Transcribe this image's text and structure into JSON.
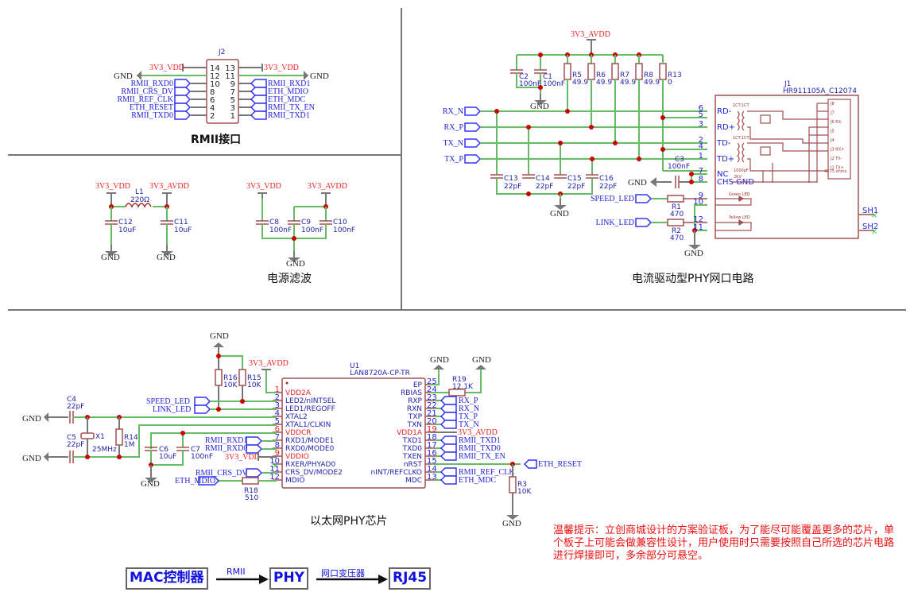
{
  "sections": {
    "rmii": "RMII接口",
    "power": "电源滤波",
    "magjack": "电流驱动型PHY网口电路",
    "phy": "以太网PHY芯片"
  },
  "nets": {
    "vdd": "3V3_VDD",
    "avdd": "3V3_AVDD",
    "gnd": "GND",
    "rmii_rxd0": "RMII_RXD0",
    "rmii_rxd1": "RMII_RXD1",
    "rmii_crs_dv": "RMII_CRS_DV",
    "rmii_ref_clk": "RMII_REF_CLK",
    "eth_reset": "ETH_RESET",
    "rmii_txd0": "RMII_TXD0",
    "rmii_txd1": "RMII_TXD1",
    "eth_mdio": "ETH_MDIO",
    "eth_mdc": "ETH_MDC",
    "rmii_tx_en": "RMII_TX_EN",
    "rx_n": "RX_N",
    "rx_p": "RX_P",
    "tx_n": "TX_N",
    "tx_p": "TX_P",
    "speed_led": "SPEED_LED",
    "link_led": "LINK_LED"
  },
  "j2": {
    "ref": "J2",
    "left_pins": [
      "14",
      "12",
      "10",
      "8",
      "6",
      "4",
      "2"
    ],
    "right_pins": [
      "13",
      "11",
      "9",
      "7",
      "5",
      "3",
      "1"
    ]
  },
  "power": {
    "l1": {
      "ref": "L1",
      "value": "220Ω"
    },
    "c12": {
      "ref": "C12",
      "value": "10uF"
    },
    "c11": {
      "ref": "C11",
      "value": "10uF"
    },
    "c8": {
      "ref": "C8",
      "value": "100nF"
    },
    "c9": {
      "ref": "C9",
      "value": "100nF"
    },
    "c10": {
      "ref": "C10",
      "value": "100nF"
    }
  },
  "magjack": {
    "c2": {
      "ref": "C2",
      "value": "100nF"
    },
    "c1": {
      "ref": "C1",
      "value": "100nF"
    },
    "r5": {
      "ref": "R5",
      "value": "49.9"
    },
    "r6": {
      "ref": "R6",
      "value": "49.9"
    },
    "r7": {
      "ref": "R7",
      "value": "49.9"
    },
    "r8": {
      "ref": "R8",
      "value": "49.9"
    },
    "r13": {
      "ref": "R13",
      "value": "0"
    },
    "c13": {
      "ref": "C13",
      "value": "22pF"
    },
    "c14": {
      "ref": "C14",
      "value": "22pF"
    },
    "c15": {
      "ref": "C15",
      "value": "22pF"
    },
    "c16": {
      "ref": "C16",
      "value": "22pF"
    },
    "c3": {
      "ref": "C3",
      "value": "100nF"
    },
    "r1": {
      "ref": "R1",
      "value": "470"
    },
    "r2": {
      "ref": "R2",
      "value": "470"
    },
    "j1": {
      "ref": "J1",
      "part": "HR911105A_C12074"
    },
    "j1_pins": [
      {
        "num": "6",
        "name": "RD-"
      },
      {
        "num": "5",
        "name": ""
      },
      {
        "num": "3",
        "name": "RD+"
      },
      {
        "num": "2",
        "name": "TD-"
      },
      {
        "num": "4",
        "name": ""
      },
      {
        "num": "1",
        "name": "TD+"
      },
      {
        "num": "7",
        "name": "NC"
      },
      {
        "num": "8",
        "name": "CHS GND"
      },
      {
        "num": "9",
        "name": ""
      },
      {
        "num": "10",
        "name": ""
      },
      {
        "num": "12",
        "name": ""
      },
      {
        "num": "11",
        "name": ""
      }
    ],
    "xfmr_label": "1CT:1CT",
    "cap_label": "1000pF",
    "cap_volt": "2KV",
    "green_led": "Green LED",
    "yellow_led": "Yellow LED",
    "res_array": "4X75 ohms",
    "jack_pins": [
      "J8",
      "J7",
      "J6 RX-",
      "J5",
      "J4",
      "J3 RX+",
      "J2 TX-",
      "J1 TX+"
    ],
    "sh1": "SH1",
    "sh2": "SH2"
  },
  "phy": {
    "u1": {
      "ref": "U1",
      "part": "LAN8720A-CP-TR"
    },
    "left_pins": [
      {
        "num": "1",
        "name": "VDD2A",
        "power": true
      },
      {
        "num": "2",
        "name": "LED2/nINTSEL",
        "power": false
      },
      {
        "num": "3",
        "name": "LED1/REGOFF",
        "power": false
      },
      {
        "num": "4",
        "name": "XTAL2",
        "power": false
      },
      {
        "num": "5",
        "name": "XTAL1/CLKIN",
        "power": false
      },
      {
        "num": "6",
        "name": "VDDCR",
        "power": true
      },
      {
        "num": "7",
        "name": "RXD1/MODE1",
        "power": false
      },
      {
        "num": "8",
        "name": "RXD0/MODE0",
        "power": false
      },
      {
        "num": "9",
        "name": "VDDIO",
        "power": true
      },
      {
        "num": "10",
        "name": "RXER/PHYAD0",
        "power": false
      },
      {
        "num": "11",
        "name": "CRS_DV/MODE2",
        "power": false
      },
      {
        "num": "12",
        "name": "MDIO",
        "power": false
      }
    ],
    "right_pins": [
      {
        "num": "25",
        "name": "EP",
        "power": false
      },
      {
        "num": "24",
        "name": "RBIAS",
        "power": false
      },
      {
        "num": "23",
        "name": "RXP",
        "power": false
      },
      {
        "num": "22",
        "name": "RXN",
        "power": false
      },
      {
        "num": "21",
        "name": "TXP",
        "power": false
      },
      {
        "num": "20",
        "name": "TXN",
        "power": false
      },
      {
        "num": "19",
        "name": "VDD1A",
        "power": true
      },
      {
        "num": "18",
        "name": "TXD1",
        "power": false
      },
      {
        "num": "17",
        "name": "TXD0",
        "power": false
      },
      {
        "num": "16",
        "name": "TXEN",
        "power": false
      },
      {
        "num": "15",
        "name": "nRST",
        "power": false
      },
      {
        "num": "14",
        "name": "nINT/REFCLKO",
        "power": false
      },
      {
        "num": "13",
        "name": "MDC",
        "power": false
      }
    ],
    "r16": {
      "ref": "R16",
      "value": "10K"
    },
    "r15": {
      "ref": "R15",
      "value": "10K"
    },
    "c4": {
      "ref": "C4",
      "value": "22pF"
    },
    "c5": {
      "ref": "C5",
      "value": "22pF"
    },
    "x1": {
      "ref": "X1",
      "value": "25MHz"
    },
    "r14": {
      "ref": "R14",
      "value": "1M"
    },
    "c6": {
      "ref": "C6",
      "value": "10uF"
    },
    "c7": {
      "ref": "C7",
      "value": "100nF"
    },
    "r18": {
      "ref": "R18",
      "value": "510"
    },
    "r19": {
      "ref": "R19",
      "value": "12.1K"
    },
    "r3": {
      "ref": "R3",
      "value": "10K"
    }
  },
  "note": "温馨提示：立创商城设计的方案验证板，为了能尽可能覆盖更多的芯片，单个板子上可能会做兼容性设计，用户使用时只需要按照自己所选的芯片电路进行焊接即可，多余部分可悬空。",
  "flow": {
    "mac": "MAC控制器",
    "rmii": "RMII",
    "phy": "PHY",
    "xfmr": "网口变压器",
    "rj45": "RJ45"
  }
}
